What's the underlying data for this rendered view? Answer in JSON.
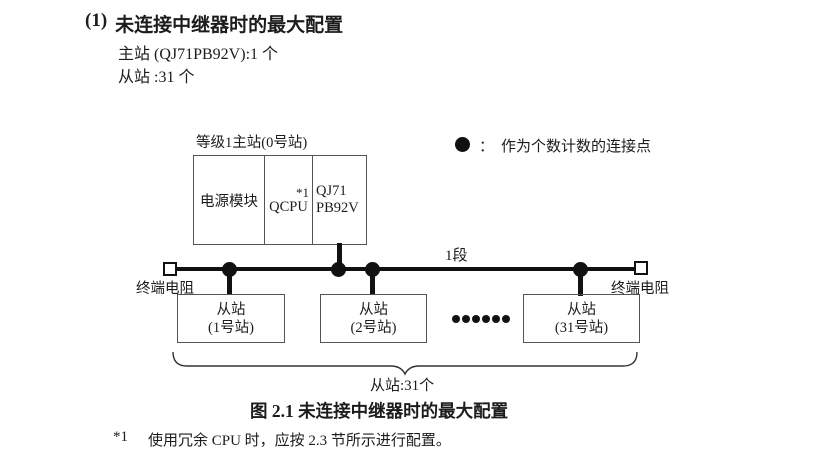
{
  "page": {
    "title_index": "(1)",
    "title": "未连接中继器时的最大配置",
    "spec_lines": [
      "主站 (QJ71PB92V):1 个",
      "从站 :31 个"
    ]
  },
  "legend": {
    "separator": "：",
    "label": "作为个数计数的连接点"
  },
  "diagram": {
    "master_label": "等级1主站(0号站)",
    "master_cells": {
      "power": "电源模块",
      "cpu": "QCPU",
      "cpu_note": "*1",
      "module_line1": "QJ71",
      "module_line2": "PB92V"
    },
    "segment_label": "1段",
    "terminator_left": "终端电阻",
    "terminator_right": "终端电阻",
    "slaves": [
      {
        "line1": "从站",
        "line2": "(1号站)"
      },
      {
        "line1": "从站",
        "line2": "(2号站)"
      },
      {
        "line1": "从站",
        "line2": "(31号站)"
      }
    ],
    "brace_label": "从站:31个"
  },
  "caption": "图 2.1 未连接中继器时的最大配置",
  "footnote": {
    "marker": "*1",
    "text": "使用冗余 CPU 时，应按 2.3 节所示进行配置。"
  },
  "colors": {
    "text": "#1c1c1c",
    "box_border": "#545454",
    "line": "#111111"
  }
}
